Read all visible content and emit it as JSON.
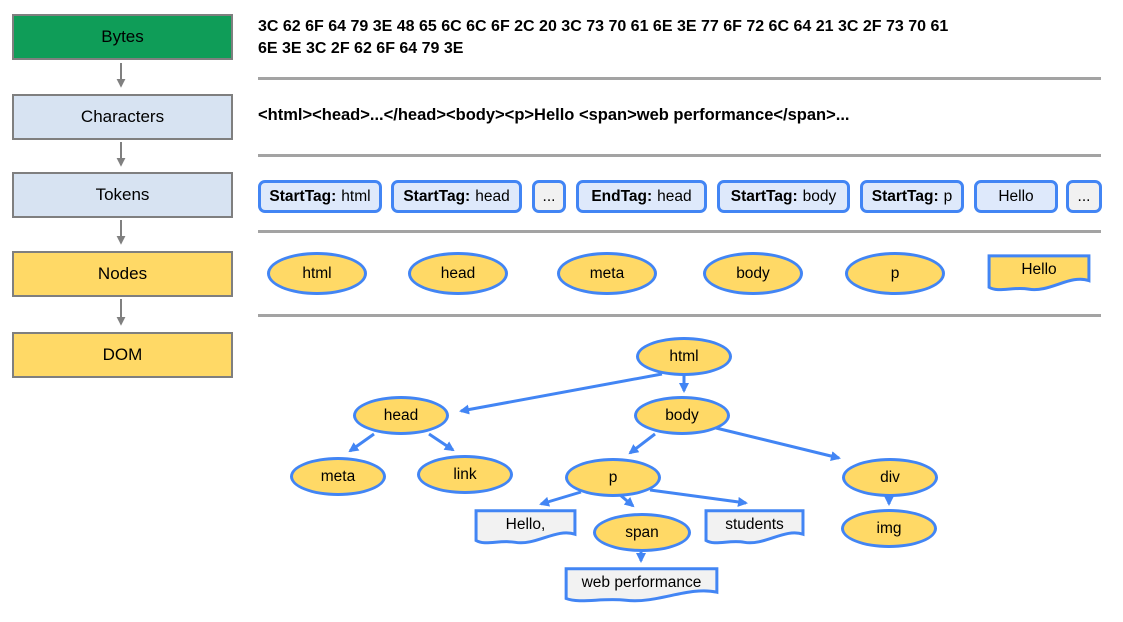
{
  "pipeline": {
    "stages": [
      {
        "label": "Bytes"
      },
      {
        "label": "Characters"
      },
      {
        "label": "Tokens"
      },
      {
        "label": "Nodes"
      },
      {
        "label": "DOM"
      }
    ]
  },
  "bytes_row": {
    "line1": "3C 62 6F 64 79 3E 48 65 6C 6C 6F 2C 20 3C 73 70 61 6E 3E 77 6F 72 6C 64 21 3C 2F 73 70 61",
    "line2": "6E 3E 3C 2F 62 6F 64 79 3E"
  },
  "characters_row": {
    "text": "<html><head>...</head><body><p>Hello <span>web performance</span>..."
  },
  "tokens_row": {
    "items": [
      {
        "label": "StartTag:",
        "value": "html",
        "variant": "blue"
      },
      {
        "label": "StartTag:",
        "value": "head",
        "variant": "blue"
      },
      {
        "label": "",
        "value": "...",
        "variant": "white"
      },
      {
        "label": "EndTag:",
        "value": "head",
        "variant": "blue"
      },
      {
        "label": "StartTag:",
        "value": "body",
        "variant": "blue"
      },
      {
        "label": "StartTag:",
        "value": "p",
        "variant": "blue"
      },
      {
        "label": "",
        "value": "Hello",
        "variant": "blue"
      },
      {
        "label": "",
        "value": "...",
        "variant": "white"
      }
    ]
  },
  "nodes_row": {
    "items": [
      "html",
      "head",
      "meta",
      "body",
      "p"
    ],
    "text_node": "Hello"
  },
  "dom_tree": {
    "elements": {
      "html": "html",
      "head": "head",
      "meta": "meta",
      "link": "link",
      "body": "body",
      "p": "p",
      "span": "span",
      "div": "div",
      "img": "img"
    },
    "text_nodes": {
      "hello": "Hello,",
      "students": "students",
      "web_performance": "web performance"
    }
  },
  "colors": {
    "stage_green": "#0f9d58",
    "stage_blue": "#d7e3f2",
    "node_yellow": "#ffd966",
    "edge_blue": "#4285f4",
    "token_fill": "#dee9fb",
    "token_alt_fill": "#f1f1f1",
    "doc_fill": "#f2f2f2",
    "separator_gray": "#a3a3a3",
    "pipeline_arrow_gray": "#808080",
    "border_gray": "#7f7f7f"
  }
}
